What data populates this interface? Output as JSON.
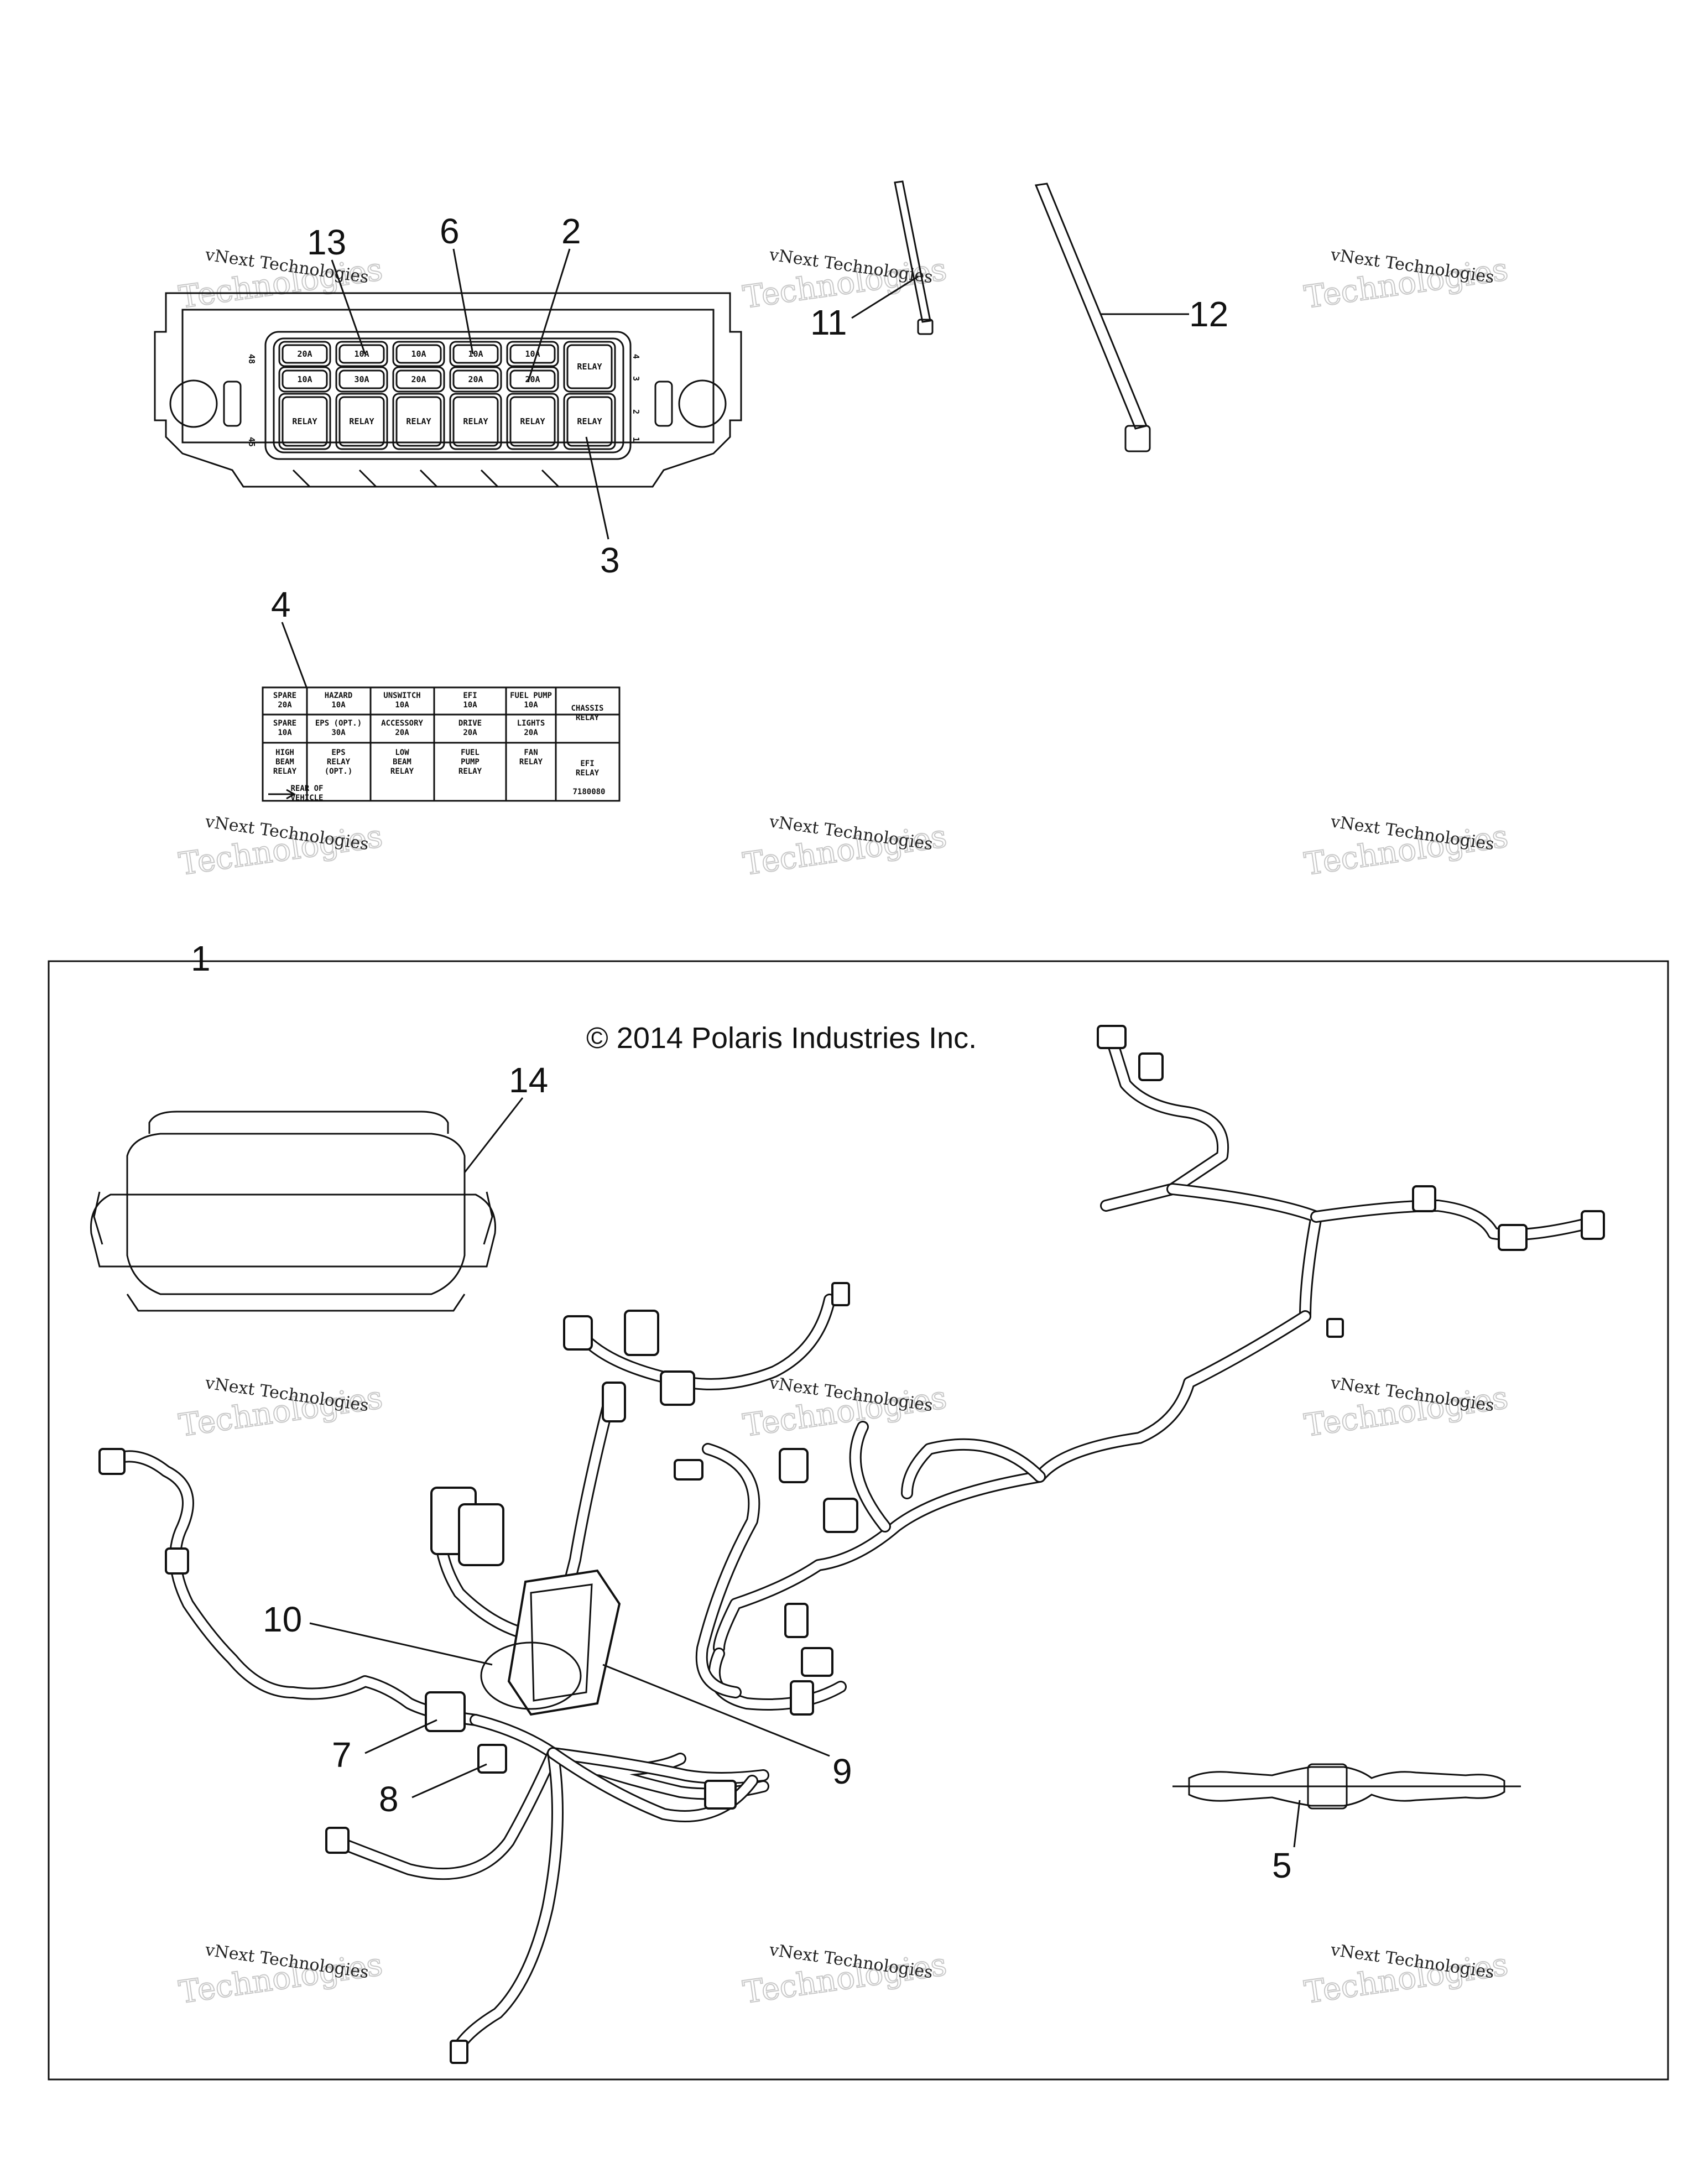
{
  "copyright": "© 2014 Polaris Industries Inc.",
  "watermark": {
    "line1": "vNext Technologies",
    "line2": "Technologies"
  },
  "callouts": {
    "c1": "1",
    "c2": "2",
    "c3": "3",
    "c4": "4",
    "c5": "5",
    "c6": "6",
    "c7": "7",
    "c8": "8",
    "c9": "9",
    "c10": "10",
    "c11": "11",
    "c12": "12",
    "c13": "13",
    "c14": "14"
  },
  "fuse_box": {
    "row1": [
      "20A",
      "10A",
      "10A",
      "10A",
      "10A",
      "RELAY"
    ],
    "row2": [
      "10A",
      "30A",
      "20A",
      "20A",
      "20A"
    ],
    "row3": [
      "RELAY",
      "RELAY",
      "RELAY",
      "RELAY",
      "RELAY",
      "RELAY"
    ],
    "side_left_top": "48",
    "side_left_bottom": "45",
    "side_right": [
      "4",
      "3",
      "2",
      "1"
    ]
  },
  "fuse_label": {
    "r1": [
      "SPARE\n20A",
      "HAZARD\n10A",
      "UNSWITCH\n10A",
      "EFI\n10A",
      "FUEL PUMP\n10A"
    ],
    "r2": [
      "SPARE\n10A",
      "EPS (OPT.)\n30A",
      "ACCESSORY\n20A",
      "DRIVE\n20A",
      "LIGHTS\n20A"
    ],
    "r3": [
      "HIGH\nBEAM\nRELAY",
      "EPS\nRELAY\n(OPT.)",
      "LOW\nBEAM\nRELAY",
      "FUEL\nPUMP\nRELAY",
      "FAN\nRELAY"
    ],
    "chassis": "CHASSIS\nRELAY",
    "efi_relay": "EFI\nRELAY",
    "part_no": "7180080",
    "arrow_note": "REAR OF\nVEHICLE"
  }
}
